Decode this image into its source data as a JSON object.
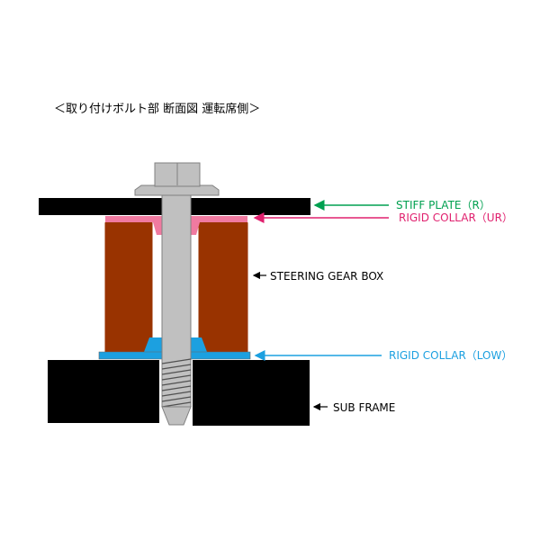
{
  "title": "＜取り付けボルト部 断面図 運転席側＞",
  "labels": {
    "stiff_plate": "STIFF PLATE（R）",
    "rigid_collar_ur": "RIGID COLLAR（UR）",
    "steering_gear_box": "STEERING GEAR BOX",
    "rigid_collar_low": "RIGID COLLAR（LOW）",
    "sub_frame": "SUB FRAME"
  },
  "colors": {
    "stiff_plate": "#000000",
    "rigid_collar_ur": "#f07aa0",
    "steering_gear_box": "#993300",
    "rigid_collar_low": "#1ca0e0",
    "sub_frame": "#000000",
    "bolt": "#c0c0c0",
    "arrow_stiff_plate": "#00a050",
    "arrow_rigid_collar_ur": "#e0206e",
    "arrow_rigid_collar_low": "#1ca0e0",
    "arrow_black": "#000000"
  }
}
